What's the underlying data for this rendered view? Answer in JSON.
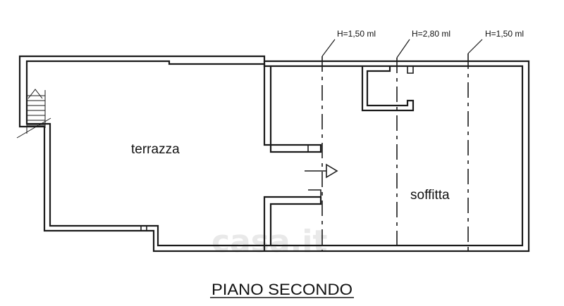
{
  "rooms": {
    "terrace": "terrazza",
    "attic": "soffitta"
  },
  "heights": {
    "left": "H=1,50 ml",
    "center": "H=2,80 ml",
    "right": "H=1,50 ml"
  },
  "title": "PIANO SECONDO",
  "watermark": "casa.it"
}
